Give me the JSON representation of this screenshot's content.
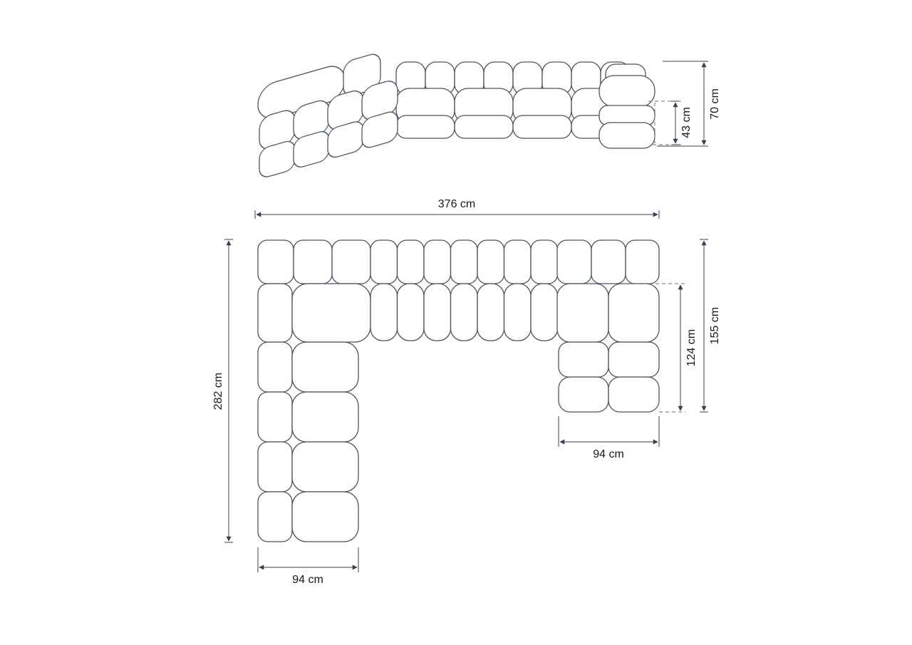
{
  "page": {
    "background_color": "#ffffff",
    "outline_color": "#4b5563",
    "dimension_line_color": "#374151",
    "text_color": "#18181b"
  },
  "front_view": {
    "total_height": "70 cm",
    "seat_height": "43 cm"
  },
  "top_view": {
    "total_width": "376 cm",
    "left_depth": "282 cm",
    "right_depth": "155 cm",
    "chaise_depth": "124 cm",
    "right_module_width": "94 cm",
    "left_module_width": "94 cm"
  }
}
